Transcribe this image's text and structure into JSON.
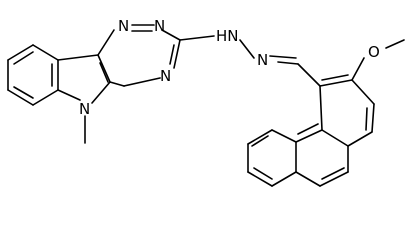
{
  "structure": {
    "atom_labels": {
      "n_triazine_top_left": "N",
      "n_triazine_top_right": "N",
      "n_triazine_bottom": "N",
      "n_indole": "N",
      "n_methyl": "methyl",
      "nh_hydrazone": "HN",
      "n_imine": "N",
      "o_methoxy": "O",
      "c_methoxy": "methyl"
    },
    "methyl_display": "",
    "colors": {
      "bond": "#000000",
      "text": "#000000",
      "background": "#ffffff"
    }
  }
}
